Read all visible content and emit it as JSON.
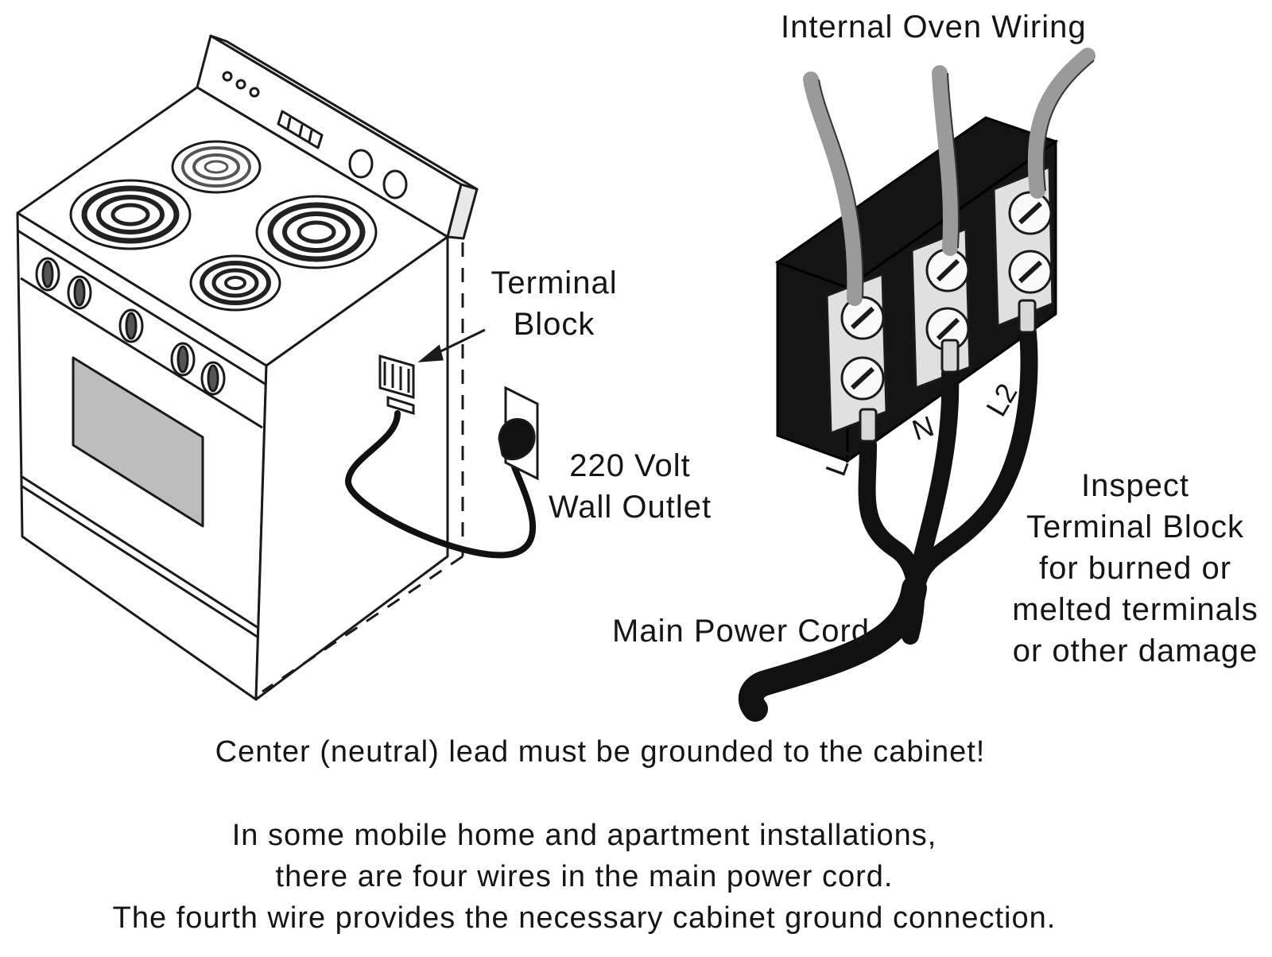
{
  "labels": {
    "internal_oven_wiring": "Internal Oven Wiring",
    "terminal_block_line1": "Terminal",
    "terminal_block_line2": "Block",
    "outlet_line1": "220 Volt",
    "outlet_line2": "Wall Outlet",
    "main_power_cord": "Main Power Cord",
    "inspect_lines": [
      "Inspect",
      "Terminal Block",
      "for burned or",
      "melted terminals",
      "or other damage"
    ],
    "wire_l1": "L1",
    "wire_n": "N",
    "wire_l2": "L2"
  },
  "captions": {
    "warning": "Center (neutral) lead must be grounded to the cabinet!",
    "note_lines": [
      "In some mobile home and apartment installations,",
      "there are four wires in the main power cord.",
      "The fourth wire provides the necessary cabinet ground connection."
    ]
  },
  "colors": {
    "line": "#1a1a1a",
    "block": "#141414",
    "internal_wire": "#9a9a9a",
    "window": "#bdbdbd",
    "terminal": "#d8d8d8"
  }
}
